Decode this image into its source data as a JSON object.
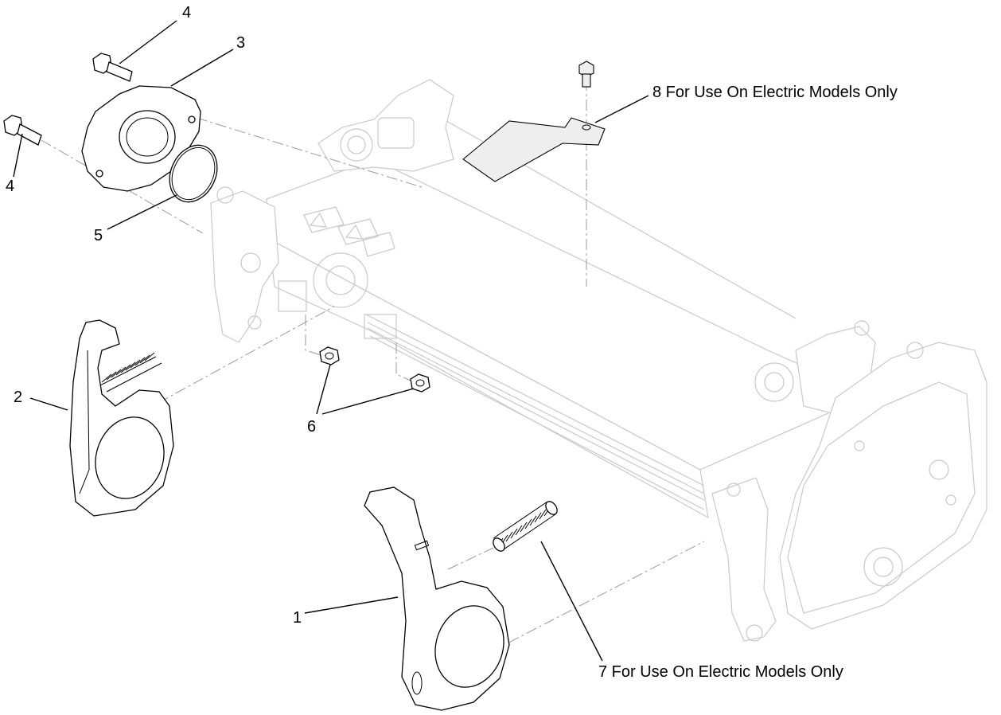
{
  "callouts": {
    "c1": "1",
    "c2": "2",
    "c3": "3",
    "c4a": "4",
    "c4b": "4",
    "c5": "5",
    "c6": "6",
    "c7": "7 For Use On Electric Models Only",
    "c8": "8 For Use On Electric Models Only"
  }
}
